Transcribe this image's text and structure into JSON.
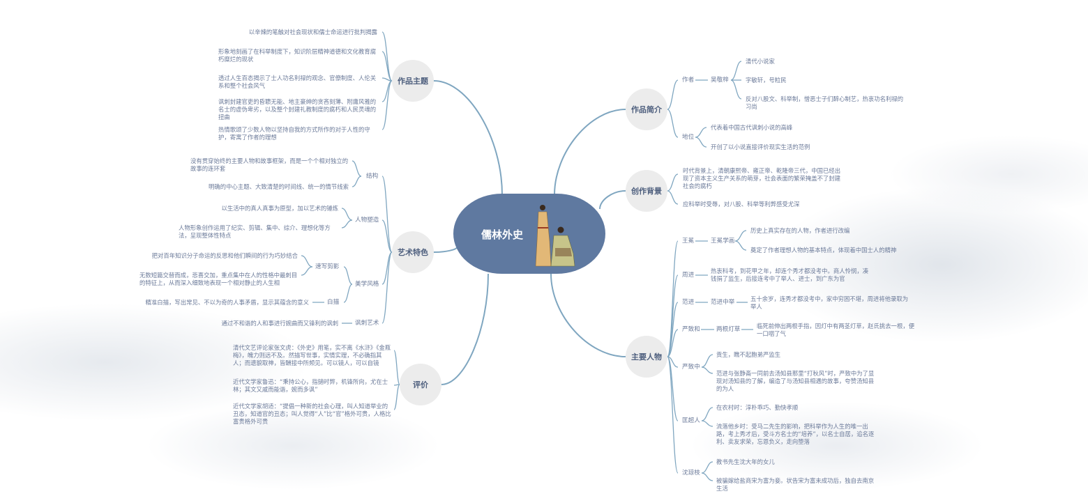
{
  "title": "儒林外史",
  "theme": {
    "label": "作品主题",
    "items": [
      "以辛辣的笔触对社会现状和儒士命运进行批判揭露",
      "形象地刻画了在科举制度下，知识阶层精神道德和文化教育腐朽糜烂的现状",
      "透过人生百态揭示了士人功名利禄的观念、官僚制度、人伦关系和整个社会风气",
      "讽刺封建官吏的昏聩无能、地主豪绅的贪吝刻薄、附庸风雅的名士的虚伪卑劣，以及整个封建礼教制度的腐朽和人民灵魂的扭曲",
      "热情歌颂了少数人物以坚持自我的方式所作的对于人性的守护，寄寓了作者的理想"
    ]
  },
  "art": {
    "label": "艺术特色",
    "structure": {
      "label": "结构",
      "items": [
        "没有贯穿始终的主要人物和故事框架，而是一个个相对独立的故事的连环套",
        "明确的中心主题、大致清楚的时间线、统一的情节线索"
      ]
    },
    "character": {
      "label": "人物塑造",
      "items": [
        "以生活中的真人真事为原型，加以艺术的锤炼",
        "人物形象创作运用了纪实、剪辑、集中、综介、理想化等方法，呈现整体性特点"
      ]
    },
    "aesthetic": {
      "label": "美学风格",
      "sketch": {
        "label": "速写剪影",
        "items": [
          "把对百年知识分子命运的反思和他们瞬间的行为巧妙结合",
          "无数短篇交替而成，悲喜交加，重点集中在人的性格中最刺目的特征上，从而深入细致地表现一个相对静止的人生相"
        ]
      },
      "baimiao": {
        "label": "白描",
        "text": "精准白描，写出常见、不以为奇的人事矛盾，显示其蕴含的意义"
      }
    },
    "satire": {
      "label": "讽刺艺术",
      "text": "通过不和谐的人和事进行婉曲而又锋利的讽刺"
    }
  },
  "evaluation": {
    "label": "评价",
    "items": [
      "清代文艺评论家张文虎：《外史》用笔，实不离《水浒》《金瓶梅》，魄力则远不及。然描写世事，实情实理，不必确指其人；而遗貌取神，皆酬接中所频见。可以镜人，可以自镜",
      "近代文学家鲁迅：“秉持公心，指擿时弊，机锋所向，尤在士林；其文又戚而能谐，婉而多讽”",
      "近代文学家胡适：“提倡一种新的社会心理，叫人知道举业的丑态，知道官的丑态；叫人觉得“人”比“官”格外可贵，人格比富贵格外可贵"
    ]
  },
  "intro": {
    "label": "作品简介",
    "author": {
      "label": "作者",
      "name": "吴敬梓",
      "items": [
        "清代小说家",
        "字敏轩，号粒民",
        "反对八股文、科举制，憎恶士子们醉心制艺，热衷功名利禄的习尚"
      ]
    },
    "status": {
      "label": "地位",
      "items": [
        "代表着中国古代讽刺小说的高峰",
        "开创了以小说直接评价现实生活的范例"
      ]
    }
  },
  "background": {
    "label": "创作背景",
    "items": [
      "时代背景上，清朝康熙帝、雍正帝、乾隆帝三代，中国已经出现了资本主义生产关系的萌芽，社会表面的繁荣掩盖不了封建社会的腐朽",
      "应科举时受辱，对八股、科举等利弊感受尤深"
    ]
  },
  "characters": {
    "label": "主要人物",
    "wangmian": {
      "label": "王冕",
      "sub": "王冕学画",
      "items": [
        "历史上真实存在的人物，作者进行改编",
        "奠定了作者理想人物的基本特点，体现着中国士人的精神"
      ]
    },
    "zhoujin": {
      "label": "周进",
      "text": "热衷科考，到花甲之年，却连个秀才都没考中。商人怜悯，凑钱捐了监生，后接连考中了举人、进士，到广东为官"
    },
    "fanjin": {
      "label": "范进",
      "sub": "范进中举",
      "text": "五十余岁，连秀才都没考中，家中穷困不堪，周进将他录取为举人"
    },
    "yanzhihe": {
      "label": "严致和",
      "sub": "两根灯草",
      "text": "临死前伸出两根手指，因灯中有两茎灯草，赵氏挑去一根，便一口咽了气"
    },
    "yanzhizhong": {
      "label": "严致中",
      "items": [
        "贡生，瞧不起胞弟严监生",
        "范进与张静斋一同前去汤知县那里“打秋风”时，严致中为了显现对汤知县的了解，编造了与汤知县相遇的故事，夸赞汤知县的为人"
      ]
    },
    "kuangchaoren": {
      "label": "匡超人",
      "items": [
        "在农村时：淳朴乖巧、勤快孝顺",
        "流落他乡时：受马二先生的影响，把科举作为人生的唯一出路，考上秀才后，受斗方名士的“培养”，以名士自居，追名逐利、卖友求荣，忘恩负义，走向堕落"
      ]
    },
    "shenqiongzhi": {
      "label": "沈琼枝",
      "items": [
        "教书先生沈大年的女儿",
        "被骗嫁给盐商宋为富为妾。状告宋为富未成功后，独自去南京生活"
      ]
    }
  },
  "colors": {
    "center": "#5f79a0",
    "line": "#7fa6c0",
    "node": "#ececec",
    "text": "#6b7a99"
  }
}
